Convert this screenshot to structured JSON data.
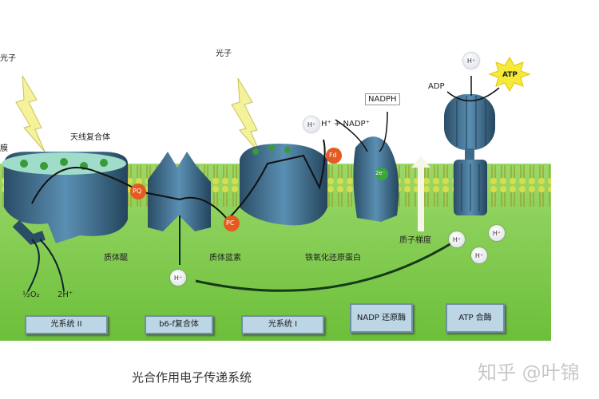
{
  "labels": {
    "photon_left": "光子",
    "photon_center": "光子",
    "antenna_complex": "天线复合体",
    "membrane": "膜",
    "plastoquinone": "质体醌",
    "plastocyanin": "质体蓝素",
    "ferredoxin": "铁氧化还原蛋白",
    "proton_gradient": "质子梯度",
    "half_o2": "½O₂",
    "two_h": "2H⁺",
    "h_plus": "H⁺",
    "nadph": "NADPH",
    "h_nadp": "H⁺ + NADP⁺",
    "adp": "ADP",
    "atp": "ATP",
    "pq": "PQ",
    "pc": "PC",
    "fd": "Fd",
    "two_e": "2e⁻"
  },
  "components": [
    {
      "label": "光系统 II"
    },
    {
      "label": "b6-f复合体"
    },
    {
      "label": "光系统 I"
    },
    {
      "label": "NADP 还原酶"
    },
    {
      "label": "ATP 合酶"
    }
  ],
  "caption": "光合作用电子传递系统",
  "watermark": "知乎 @叶锦",
  "colors": {
    "stroma": "#7cc94a",
    "membrane": "#c8d84a",
    "protein": "#3d6a88",
    "label_box": "#bcd6e6"
  }
}
